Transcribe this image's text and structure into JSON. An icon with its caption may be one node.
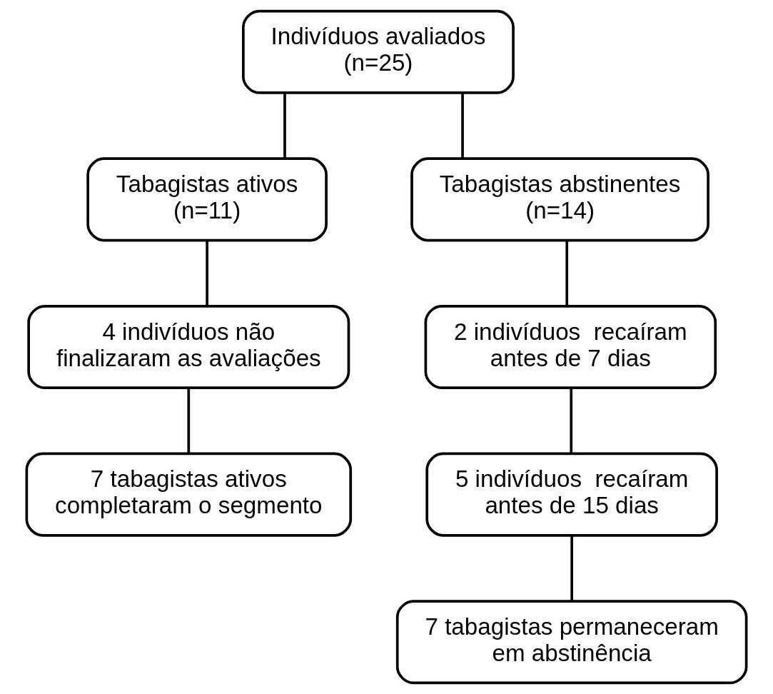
{
  "diagram": {
    "nodes": [
      {
        "text": [
          "Indivíduos avaliados",
          "(n=25)"
        ]
      },
      {
        "text": [
          "Tabagistas ativos",
          "(n=11)"
        ]
      },
      {
        "text": [
          "Tabagistas abstinentes",
          "(n=14)"
        ]
      },
      {
        "text": [
          "4 indivíduos não finalizaram as avaliações"
        ]
      },
      {
        "text": [
          "2 indivíduos  recaíram antes de 7 dias"
        ]
      },
      {
        "text": [
          "5 indivíduos  recaíram antes de 15 dias"
        ]
      },
      {
        "text": [
          "7 tabagistas ativos completaram o segmento"
        ]
      },
      {
        "text": [
          "7 tabagistas permaneceram em abstinência"
        ]
      }
    ],
    "edges": [
      {
        "from": 0,
        "to": 1,
        "arrow": "none"
      },
      {
        "from": 0,
        "to": 2,
        "arrow": "none"
      },
      {
        "from": 1,
        "to": 3,
        "arrow": "none"
      },
      {
        "from": 3,
        "to": 6,
        "arrow": "none"
      },
      {
        "from": 2,
        "to": 4,
        "arrow": "none"
      },
      {
        "from": 4,
        "to": 5,
        "arrow": "none"
      },
      {
        "from": 5,
        "to": 7,
        "arrow": "none"
      }
    ]
  }
}
